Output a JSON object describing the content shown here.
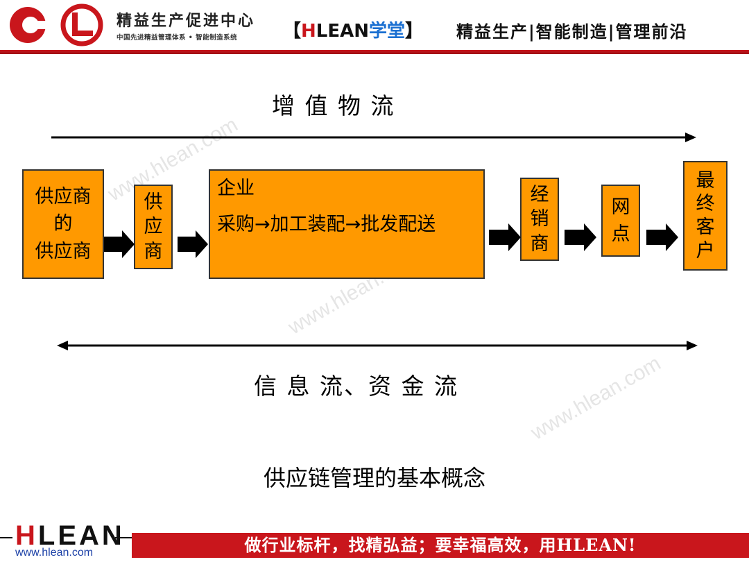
{
  "header": {
    "org_name": "精益生产促进中心",
    "org_subtitle": "中国先进精益管理体系 • 智能制造系统",
    "school_bracket_open": "【",
    "school_h": "H",
    "school_rest": "LEAN",
    "school_cn": "学堂",
    "school_bracket_close": "】",
    "tagline": "精益生产|智能制造|管理前沿",
    "accent_color": "#c9161c"
  },
  "diagram": {
    "top_title": "增 值 物 流",
    "bottom_title": "信 息 流、资 金 流",
    "box_color": "#ff9900",
    "nodes": [
      {
        "id": "supplier-of-supplier",
        "lines": [
          "供应商",
          "的",
          "供应商"
        ]
      },
      {
        "id": "supplier",
        "lines": [
          "供",
          "应",
          "商"
        ]
      },
      {
        "id": "enterprise",
        "title": "企业",
        "process": "采购→加工装配→批发配送"
      },
      {
        "id": "distributor",
        "lines": [
          "经",
          "销",
          "商"
        ]
      },
      {
        "id": "outlet",
        "lines": [
          "网",
          "点"
        ]
      },
      {
        "id": "end-customer",
        "lines": [
          "最",
          "终",
          "客",
          "户"
        ]
      }
    ]
  },
  "caption": "供应链管理的基本概念",
  "footer": {
    "logo_h": "H",
    "logo_rest": "LEAN",
    "url": "www.hlean.com",
    "slogan": "做行业标杆，找精弘益；要幸福高效，用HLEAN!"
  },
  "watermark": "www.hlean.com"
}
